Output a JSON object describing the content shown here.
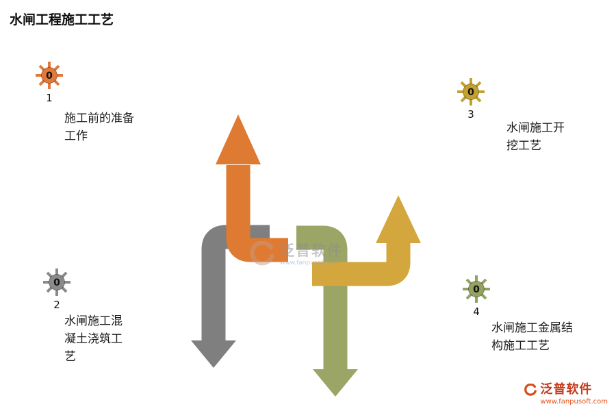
{
  "title": "水闸工程施工工艺",
  "steps": [
    {
      "badge": "0",
      "num": "1",
      "label": "施工前的准备工作",
      "color": "#e2793a",
      "icon": "sunburst-icon"
    },
    {
      "badge": "0",
      "num": "2",
      "label": "水闸施工混凝土浇筑工艺",
      "color": "#8a8a8a",
      "icon": "sunburst-icon"
    },
    {
      "badge": "0",
      "num": "3",
      "label": "水闸施工开挖工艺",
      "color": "#c2a12e",
      "icon": "sunburst-icon"
    },
    {
      "badge": "0",
      "num": "4",
      "label": "水闸施工金属结构施工工艺",
      "color": "#93a262",
      "icon": "sunburst-icon"
    }
  ],
  "arrows": [
    {
      "name": "left-up-arrow",
      "direction": "up",
      "color": "#df7a33"
    },
    {
      "name": "left-down-arrow",
      "direction": "down",
      "color": "#7f7f7f"
    },
    {
      "name": "right-down-arrow",
      "direction": "down",
      "color": "#9aa566"
    },
    {
      "name": "right-up-arrow",
      "direction": "up",
      "color": "#d4a73e"
    }
  ],
  "watermark": {
    "brand": "泛普软件",
    "url": "www.fanpusoft.com",
    "icon": "swirl-logo-icon"
  },
  "footer": {
    "brand": "泛普软件",
    "url": "www.fanpusoft.com",
    "icon": "swirl-logo-icon"
  }
}
